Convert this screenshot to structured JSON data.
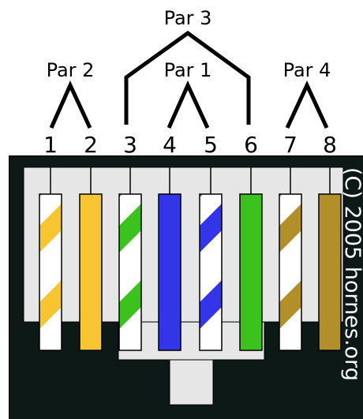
{
  "pair_labels": {
    "pair2": "Par 2",
    "pair3": "Par 3",
    "pair1": "Par 1",
    "pair4": "Par 4"
  },
  "pin_numbers": [
    "1",
    "2",
    "3",
    "4",
    "5",
    "6",
    "7",
    "8"
  ],
  "copyright": "(C) 2005 hornes.org",
  "colors": {
    "body": "#0c1916",
    "contact_block": "#e6e6e6",
    "orange": "#f7c531",
    "green": "#3cc21c",
    "blue": "#3434e8",
    "brown": "#b38f2a",
    "white": "#ffffff"
  },
  "wires": [
    {
      "pin": "1",
      "color": "orange",
      "striped": true
    },
    {
      "pin": "2",
      "color": "orange",
      "striped": false
    },
    {
      "pin": "3",
      "color": "green",
      "striped": true
    },
    {
      "pin": "4",
      "color": "blue",
      "striped": false
    },
    {
      "pin": "5",
      "color": "blue",
      "striped": true
    },
    {
      "pin": "6",
      "color": "green",
      "striped": false
    },
    {
      "pin": "7",
      "color": "brown",
      "striped": true
    },
    {
      "pin": "8",
      "color": "brown",
      "striped": false
    }
  ]
}
